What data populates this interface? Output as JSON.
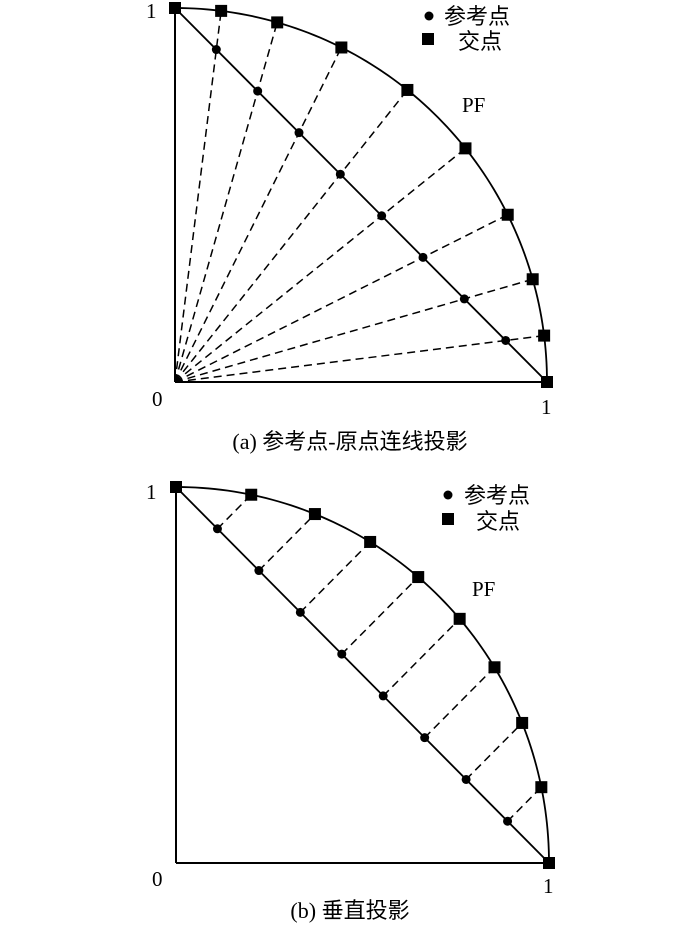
{
  "figures": [
    {
      "id": "a",
      "caption": "(a) 参考点-原点连线投影",
      "projection": "radial",
      "axis_labels": {
        "origin": "0",
        "y_max": "1",
        "x_max": "1"
      },
      "curve_label": "PF",
      "legend": [
        {
          "marker": "circle",
          "label": "参考点"
        },
        {
          "marker": "square",
          "label": "交点"
        }
      ],
      "reference_point_count": 8,
      "intersection_point_count": 10
    },
    {
      "id": "b",
      "caption": "(b) 垂直投影",
      "projection": "perpendicular",
      "axis_labels": {
        "origin": "0",
        "y_max": "1",
        "x_max": "1"
      },
      "curve_label": "PF",
      "legend": [
        {
          "marker": "circle",
          "label": "参考点"
        },
        {
          "marker": "square",
          "label": "交点"
        }
      ],
      "reference_point_count": 8,
      "intersection_point_count": 10
    }
  ]
}
